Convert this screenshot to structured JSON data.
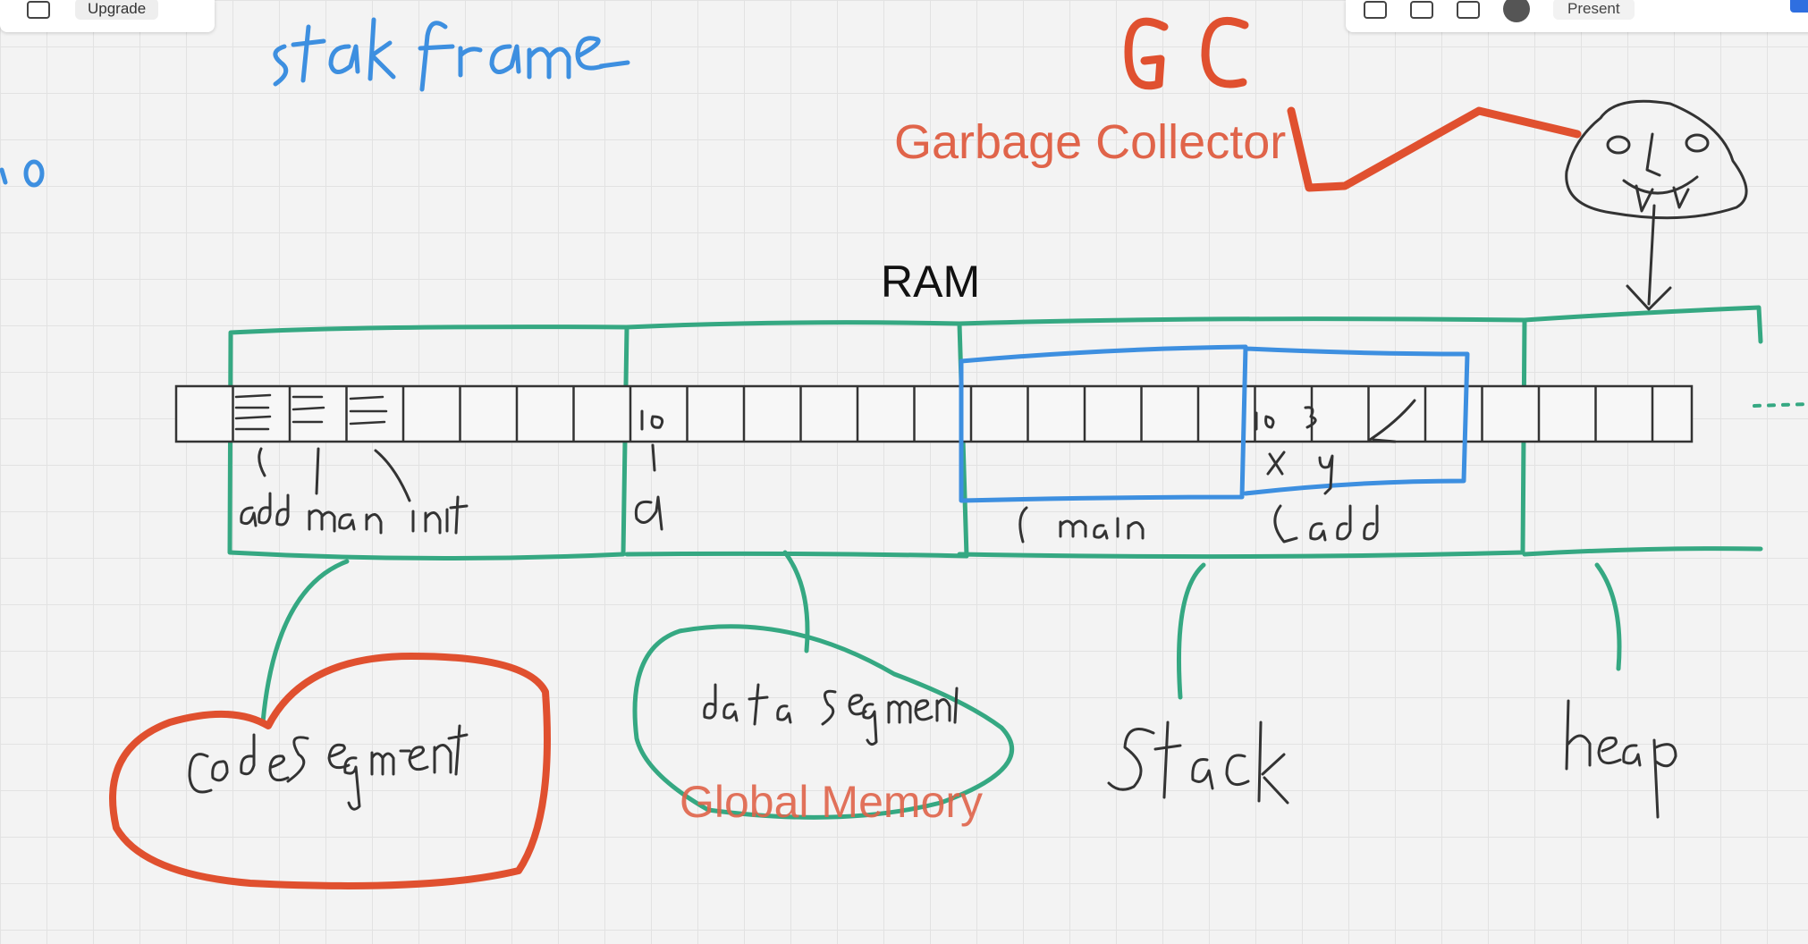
{
  "toolbar": {
    "upgrade_label": "Upgrade",
    "present_label": "Present"
  },
  "diagram": {
    "title": "RAM",
    "gc_subtitle": "Garbage Collector",
    "global_memory_label": "Global Memory"
  },
  "colors": {
    "green": "#35a882",
    "blue": "#3d8fe0",
    "red": "#e0502f",
    "ink": "#333333"
  }
}
